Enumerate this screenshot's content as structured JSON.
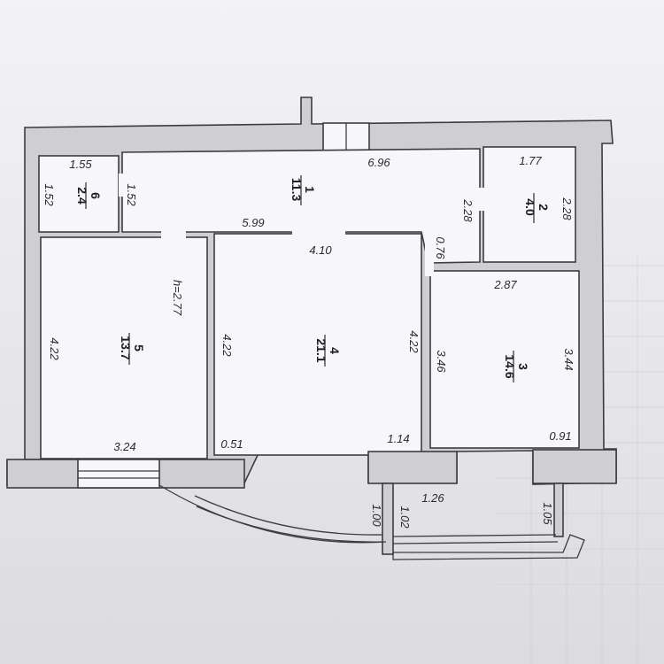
{
  "floor_plan": {
    "ceiling_height": "h=2.77",
    "rooms": [
      {
        "number": "1",
        "area": "11.3"
      },
      {
        "number": "2",
        "area": "4.0"
      },
      {
        "number": "3",
        "area": "14.6"
      },
      {
        "number": "4",
        "area": "21.1"
      },
      {
        "number": "5",
        "area": "13.7"
      },
      {
        "number": "6",
        "area": "2.4"
      }
    ],
    "dimensions": {
      "d_155": "1.55",
      "d_152_left": "1.52",
      "d_152_right": "1.52",
      "d_696": "6.96",
      "d_177": "1.77",
      "d_228_left": "2.28",
      "d_228_right": "2.28",
      "d_599": "5.99",
      "d_410": "4.10",
      "d_076": "0.76",
      "d_287": "2.87",
      "d_422_r5": "4.22",
      "d_422_r4_left": "4.22",
      "d_422_r4_right": "4.22",
      "d_346": "3.46",
      "d_344": "3.44",
      "d_324": "3.24",
      "d_051": "0.51",
      "d_114": "1.14",
      "d_091": "0.91",
      "d_126": "1.26",
      "d_100": "1.00",
      "d_102": "1.02",
      "d_105": "1.05"
    }
  }
}
